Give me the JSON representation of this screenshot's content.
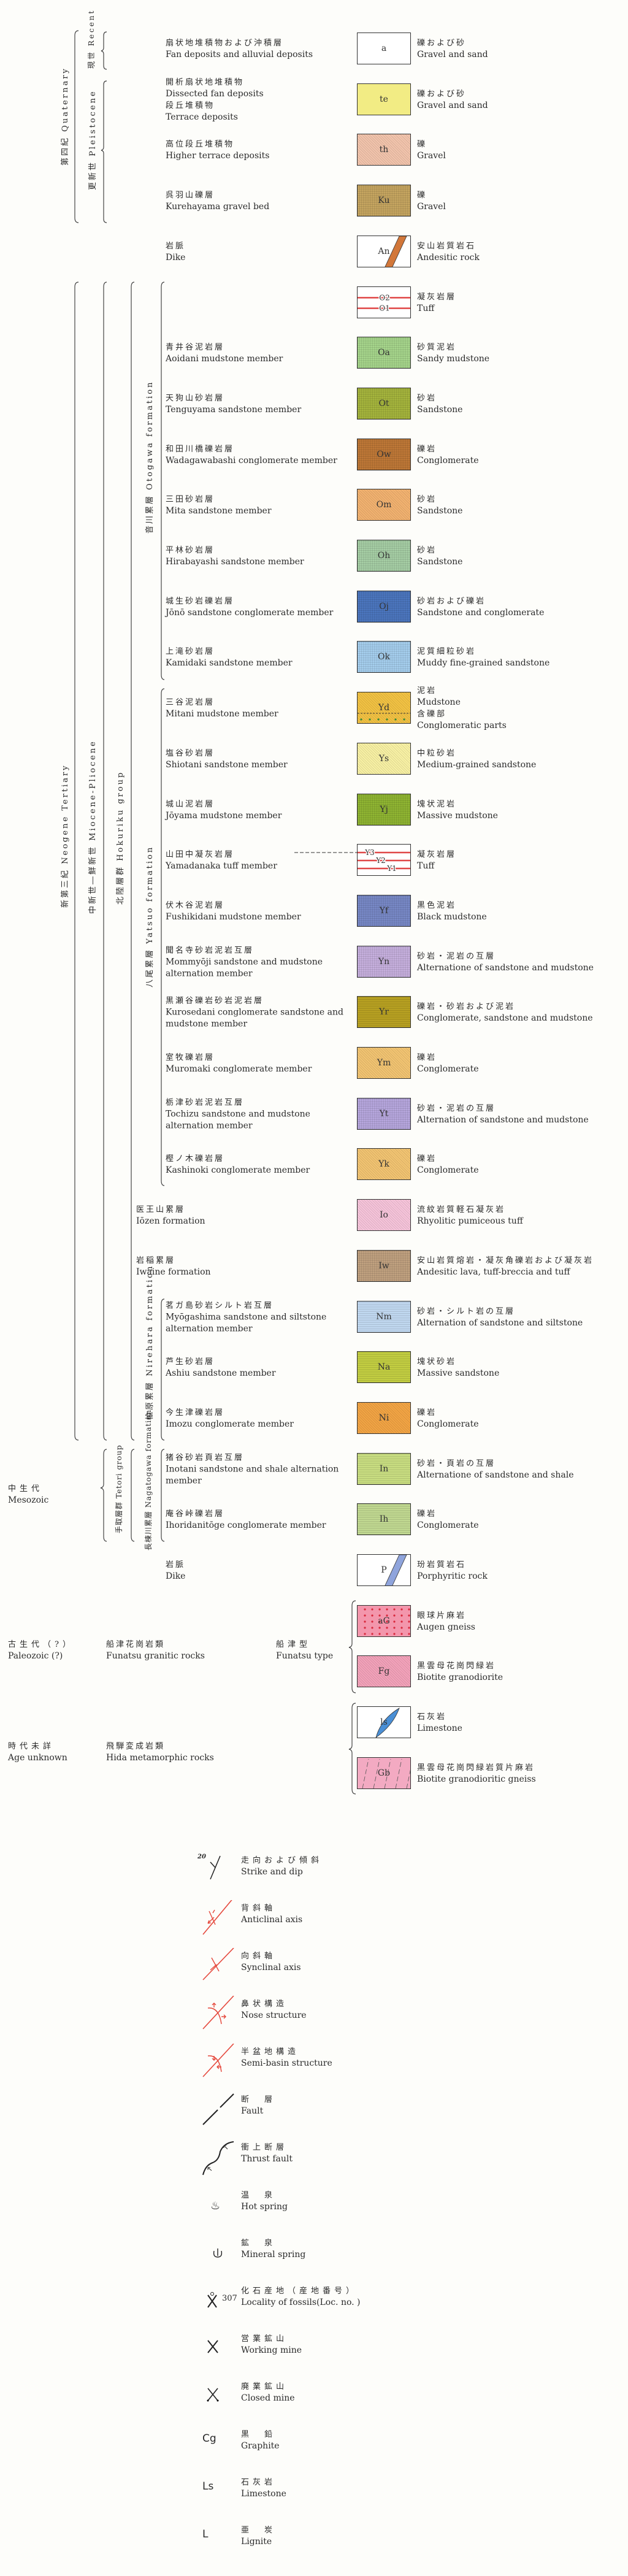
{
  "eras": {
    "quaternary": {
      "ja": "第四紀",
      "en": "Quaternary"
    },
    "recent": {
      "ja": "現世",
      "en": "Recent"
    },
    "pleistocene": {
      "ja": "更新世",
      "en": "Pleistocene"
    },
    "neogene": {
      "ja": "新第三紀",
      "en": "Neogene Tertiary"
    },
    "miocene": {
      "ja": "中新世―鮮新世",
      "en": "Miocene-Pliocene"
    },
    "hokuriku": {
      "ja": "北陸層群",
      "en": "Hokuriku group"
    },
    "otogawa": {
      "ja": "音川累層",
      "en": "Otogawa formation"
    },
    "yatsuo": {
      "ja": "八尾累層",
      "en": "Yatsuo formation"
    },
    "nirehara": {
      "ja": "楡原累層",
      "en": "Nirehara formation"
    },
    "tetori": {
      "ja": "手取層群",
      "en": "Tetori group"
    },
    "nagatogawa": {
      "ja": "長棟川累層",
      "en": "Nagatogawa formation"
    },
    "mesozoic": {
      "ja": "中生代",
      "en": "Mesozoic"
    },
    "paleozoic": {
      "ja": "古生代（?）",
      "en": "Paleozoic (?)"
    },
    "funatsu_rocks": {
      "ja": "船津花崗岩類",
      "en": "Funatsu granitic rocks"
    },
    "funatsu_type": {
      "ja": "船津型",
      "en": "Funatsu type"
    },
    "age_unknown": {
      "ja": "時代未詳",
      "en": "Age unknown"
    },
    "hida": {
      "ja": "飛騨変成岩類",
      "en": "Hida metamorphic rocks"
    }
  },
  "units": [
    {
      "code": "a",
      "label_ja": "扇状地堆積物および沖積層",
      "label_en": "Fan deposits and alluvial deposits",
      "desc_ja": "礫および砂",
      "desc_en": "Gravel and sand",
      "color": "#ffffff",
      "pattern": "plain"
    },
    {
      "code": "te",
      "label_ja": "開析扇状地堆積物",
      "label_en": "Dissected fan deposits",
      "label2_ja": "段丘堆積物",
      "label2_en": "Terrace deposits",
      "desc_ja": "礫および砂",
      "desc_en": "Gravel and sand",
      "color": "#f2ec84",
      "pattern": "plain"
    },
    {
      "code": "th",
      "label_ja": "高位段丘堆積物",
      "label_en": "Higher terrace deposits",
      "desc_ja": "礫",
      "desc_en": "Gravel",
      "color": "#f2c4ac",
      "pattern": "hatch"
    },
    {
      "code": "Ku",
      "label_ja": "呉羽山礫層",
      "label_en": "Kurehayama gravel bed",
      "desc_ja": "礫",
      "desc_en": "Gravel",
      "color": "#c9a862",
      "pattern": "grid"
    },
    {
      "code": "An",
      "label_ja": "岩脈",
      "label_en": "Dike",
      "desc_ja": "安山岩質岩石",
      "desc_en": "Andesitic rock",
      "color": "#ffffff",
      "pattern": "dike",
      "dike_color": "#d2773a"
    },
    {
      "code": "O",
      "label_ja": "",
      "label_en": "",
      "desc_ja": "凝灰岩層",
      "desc_en": "Tuff",
      "color": "#ffffff",
      "pattern": "tuff",
      "tuff_labels": [
        "O2",
        "O1"
      ],
      "line_color": "#e04848"
    },
    {
      "code": "Oa",
      "label_ja": "青井谷泥岩層",
      "label_en": "Aoidani mudstone member",
      "desc_ja": "砂質泥岩",
      "desc_en": "Sandy mudstone",
      "color": "#a9d98e",
      "pattern": "grid"
    },
    {
      "code": "Ot",
      "label_ja": "天狗山砂岩層",
      "label_en": "Tenguyama sandstone member",
      "desc_ja": "砂岩",
      "desc_en": "Sandstone",
      "color": "#a8b83e",
      "pattern": "grid"
    },
    {
      "code": "Ow",
      "label_ja": "和田川橋礫岩層",
      "label_en": "Wadagawabashi conglomerate member",
      "desc_ja": "礫岩",
      "desc_en": "Conglomerate",
      "color": "#c27a38",
      "pattern": "grid"
    },
    {
      "code": "Om",
      "label_ja": "三田砂岩層",
      "label_en": "Mita sandstone member",
      "desc_ja": "砂岩",
      "desc_en": "Sandstone",
      "color": "#f2b270",
      "pattern": "hatch"
    },
    {
      "code": "Oh",
      "label_ja": "平林砂岩層",
      "label_en": "Hirabayashi sandstone member",
      "desc_ja": "砂岩",
      "desc_en": "Sandstone",
      "color": "#a9d2a8",
      "pattern": "grid"
    },
    {
      "code": "Oj",
      "label_ja": "城生砂岩礫岩層",
      "label_en": "Jōnō sandstone conglomerate member",
      "desc_ja": "砂岩および礫岩",
      "desc_en": "Sandstone and conglomerate",
      "color": "#4d78c2",
      "pattern": "grid"
    },
    {
      "code": "Ok",
      "label_ja": "上滝砂岩層",
      "label_en": "Kamidaki sandstone member",
      "desc_ja": "泥質細粒砂岩",
      "desc_en": "Muddy fine-grained sandstone",
      "color": "#a8d2f2",
      "pattern": "grid"
    },
    {
      "code": "Yd",
      "label_ja": "三谷泥岩層",
      "label_en": "Mitani mudstone member",
      "desc_ja": "泥岩",
      "desc_en": "Mudstone",
      "desc2_ja": "含礫部",
      "desc2_en": "Conglomeratic parts",
      "color": "#f2c243",
      "pattern": "hatch"
    },
    {
      "code": "Ys",
      "label_ja": "塩谷砂岩層",
      "label_en": "Shiotani sandstone member",
      "desc_ja": "中粒砂岩",
      "desc_en": "Medium-grained sandstone",
      "color": "#f8f1a4",
      "pattern": "hatch"
    },
    {
      "code": "Yj",
      "label_ja": "城山泥岩層",
      "label_en": "Jōyama mudstone member",
      "desc_ja": "塊状泥岩",
      "desc_en": "Massive mudstone",
      "color": "#92b833",
      "pattern": "grid"
    },
    {
      "code": "Y",
      "label_ja": "山田中凝灰岩層",
      "label_en": "Yamadanaka tuff member",
      "desc_ja": "凝灰岩層",
      "desc_en": "Tuff",
      "color": "#ffffff",
      "pattern": "tuff",
      "tuff_labels": [
        "Y3",
        "Y2",
        "Y1"
      ],
      "line_color": "#e04848"
    },
    {
      "code": "Yf",
      "label_ja": "伏木谷泥岩層",
      "label_en": "Fushikidani mudstone member",
      "desc_ja": "黒色泥岩",
      "desc_en": "Black mudstone",
      "color": "#7a8bca",
      "pattern": "grid"
    },
    {
      "code": "Yn",
      "label_ja": "聞名寺砂岩泥岩互層",
      "label_en": "Mommyōji sandstone and mudstone alternation member",
      "desc_ja": "砂岩・泥岩の互層",
      "desc_en": "Alternatione of sandstone and mudstone",
      "color": "#cab3e2",
      "pattern": "grid"
    },
    {
      "code": "Yr",
      "label_ja": "黒瀬谷礫岩砂岩泥岩層",
      "label_en": "Kurosedani conglomerate sandstone and mudstone member",
      "desc_ja": "礫岩・砂岩および泥岩",
      "desc_en": "Conglomerate, sandstone and mudstone",
      "color": "#b9a222",
      "pattern": "hlines"
    },
    {
      "code": "Ym",
      "label_ja": "室牧礫岩層",
      "label_en": "Muromaki conglomerate member",
      "desc_ja": "礫岩",
      "desc_en": "Conglomerate",
      "color": "#f2c472",
      "pattern": "hatch"
    },
    {
      "code": "Yt",
      "label_ja": "栃津砂岩泥岩互層",
      "label_en": "Tochizu sandstone and mudstone alternation member",
      "desc_ja": "砂岩・泥岩の互層",
      "desc_en": "Alternation of sandstone and mudstone",
      "color": "#baaae2",
      "pattern": "grid"
    },
    {
      "code": "Yk",
      "label_ja": "樫ノ木礫岩層",
      "label_en": "Kashinoki conglomerate member",
      "desc_ja": "礫岩",
      "desc_en": "Conglomerate",
      "color": "#f2c472",
      "pattern": "hatch"
    },
    {
      "code": "Io",
      "label_ja": "医王山累層",
      "label_en": "Iōzen formation",
      "desc_ja": "流紋岩質軽石凝灰岩",
      "desc_en": "Rhyolitic pumiceous tuff",
      "color": "#f6c4da",
      "pattern": "hatch",
      "wide": true
    },
    {
      "code": "Iw",
      "label_ja": "岩稲累層",
      "label_en": "Iwaine formation",
      "desc_ja": "安山岩質熔岩・凝灰角礫岩および凝灰岩",
      "desc_en": "Andesitic lava, tuff-breccia and tuff",
      "color": "#c4a482",
      "pattern": "grid",
      "wide": true
    },
    {
      "code": "Nm",
      "label_ja": "茗ガ島砂岩シルト岩互層",
      "label_en": "Myōgashima sandstone and siltstone alternation member",
      "desc_ja": "砂岩・シルト岩の互層",
      "desc_en": "Alternation of sandstone and siltstone",
      "color": "#c2daf2",
      "pattern": "hlines"
    },
    {
      "code": "Na",
      "label_ja": "芦生砂岩層",
      "label_en": "Ashiu sandstone member",
      "desc_ja": "塊状砂岩",
      "desc_en": "Massive sandstone",
      "color": "#c4cf42",
      "pattern": "hlines"
    },
    {
      "code": "Ni",
      "label_ja": "今生津礫岩層",
      "label_en": "Imozu conglomerate member",
      "desc_ja": "礫岩",
      "desc_en": "Conglomerate",
      "color": "#f2a444",
      "pattern": "hatch"
    },
    {
      "code": "In",
      "label_ja": "猪谷砂岩頁岩互層",
      "label_en": "Inotani sandstone and shale alternation member",
      "desc_ja": "砂岩・頁岩の互層",
      "desc_en": "Alternatione of sandstone and shale",
      "color": "#cadf82",
      "pattern": "hlines"
    },
    {
      "code": "Ih",
      "label_ja": "庵谷峠礫岩層",
      "label_en": "Ihoridanitōge conglomerate member",
      "desc_ja": "礫岩",
      "desc_en": "Conglomerate",
      "color": "#c2da92",
      "pattern": "hlines"
    },
    {
      "code": "P",
      "label_ja": "岩脈",
      "label_en": "Dike",
      "desc_ja": "玢岩質岩石",
      "desc_en": "Porphyritic rock",
      "color": "#ffffff",
      "pattern": "dike",
      "dike_color": "#8fa4dc"
    },
    {
      "code": "aG",
      "label_ja": "",
      "label_en": "",
      "desc_ja": "眼球片麻岩",
      "desc_en": "Augen gneiss",
      "color": "#f396ac",
      "pattern": "dots"
    },
    {
      "code": "Fg",
      "label_ja": "",
      "label_en": "",
      "desc_ja": "黒雲母花崗閃緑岩",
      "desc_en": "Biotite granodiorite",
      "color": "#f3a2ba",
      "pattern": "hatch"
    },
    {
      "code": "ls",
      "label_ja": "",
      "label_en": "",
      "desc_ja": "石灰岩",
      "desc_en": "Limestone",
      "color": "#ffffff",
      "pattern": "lens",
      "dike_color": "#4a8fd6"
    },
    {
      "code": "Gb",
      "label_ja": "",
      "label_en": "",
      "desc_ja": "黒雲母花崗閃緑岩質片麻岩",
      "desc_en": "Biotite granodioritic gneiss",
      "color": "#f3aac2",
      "pattern": "gneiss"
    }
  ],
  "symbols": [
    {
      "icon": "strike-dip",
      "num": "20",
      "ja": "走向および傾斜",
      "en": "Strike and dip"
    },
    {
      "icon": "anticline",
      "ja": "背斜軸",
      "en": "Anticlinal axis"
    },
    {
      "icon": "syncline",
      "ja": "向斜軸",
      "en": "Synclinal axis"
    },
    {
      "icon": "nose",
      "ja": "鼻状構造",
      "en": "Nose structure"
    },
    {
      "icon": "semi-basin",
      "ja": "半盆地構造",
      "en": "Semi-basin structure"
    },
    {
      "icon": "fault",
      "ja": "断　層",
      "en": "Fault"
    },
    {
      "icon": "thrust",
      "ja": "衝上断層",
      "en": "Thrust fault"
    },
    {
      "icon": "hot-spring",
      "ja": "温　泉",
      "en": "Hot spring"
    },
    {
      "icon": "mineral-spring",
      "ja": "鉱　泉",
      "en": "Mineral spring"
    },
    {
      "icon": "fossil",
      "num": "307",
      "ja": "化石産地（産地番号）",
      "en": "Locality of fossils(Loc. no. )"
    },
    {
      "icon": "working-mine",
      "ja": "営業鉱山",
      "en": "Working mine"
    },
    {
      "icon": "closed-mine",
      "ja": "廃業鉱山",
      "en": "Closed mine"
    },
    {
      "icon": "text",
      "glyph": "Cg",
      "ja": "黒　鉛",
      "en": "Graphite"
    },
    {
      "icon": "text",
      "glyph": "Ls",
      "ja": "石灰岩",
      "en": "Limestone"
    },
    {
      "icon": "text",
      "glyph": "L",
      "ja": "亜　炭",
      "en": "Lignite"
    }
  ],
  "colors": {
    "fold_red": "#e5483c",
    "ink": "#2a2a2a"
  }
}
